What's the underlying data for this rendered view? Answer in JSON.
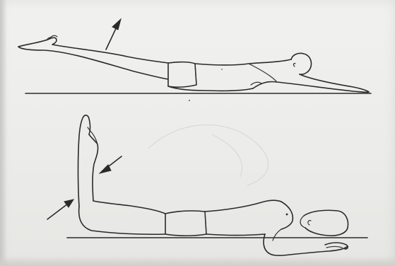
{
  "figure": {
    "panels": [
      {
        "id": "top",
        "pose": "prone-reverse-leg-lift"
      },
      {
        "id": "bottom",
        "pose": "prone-knee-bend-foot-raise"
      }
    ],
    "ink_color": "#2a2a2a",
    "paper_color": "#ecece9"
  }
}
